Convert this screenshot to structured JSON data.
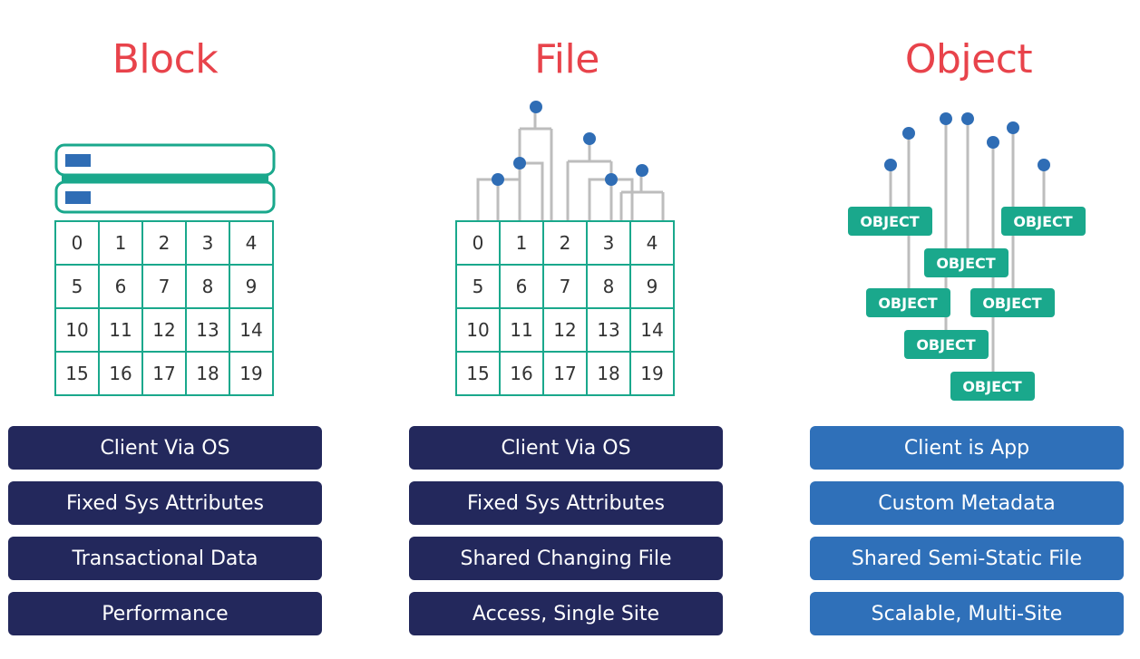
{
  "colors": {
    "title": "#e8434b",
    "teal": "#1aa88c",
    "navy": "#23285c",
    "blue": "#2f70b9",
    "connector": "#bdbdbd",
    "node": "#2f6db5"
  },
  "columns": [
    {
      "title": "Block",
      "rows": [
        [
          "0",
          "1",
          "2",
          "3",
          "4"
        ],
        [
          "5",
          "6",
          "7",
          "8",
          "9"
        ],
        [
          "10",
          "11",
          "12",
          "13",
          "14"
        ],
        [
          "15",
          "16",
          "17",
          "18",
          "19"
        ]
      ],
      "attributes": [
        "Client Via OS",
        "Fixed Sys Attributes",
        "Transactional Data",
        "Performance"
      ]
    },
    {
      "title": "File",
      "rows": [
        [
          "0",
          "1",
          "2",
          "3",
          "4"
        ],
        [
          "5",
          "6",
          "7",
          "8",
          "9"
        ],
        [
          "10",
          "11",
          "12",
          "13",
          "14"
        ],
        [
          "15",
          "16",
          "17",
          "18",
          "19"
        ]
      ],
      "attributes": [
        "Client Via OS",
        "Fixed Sys Attributes",
        "Shared Changing File",
        "Access, Single Site"
      ]
    },
    {
      "title": "Object",
      "objects": [
        "OBJECT",
        "OBJECT",
        "OBJECT",
        "OBJECT",
        "OBJECT",
        "OBJECT",
        "OBJECT"
      ],
      "attributes": [
        "Client is App",
        "Custom Metadata",
        "Shared Semi-Static File",
        "Scalable, Multi-Site"
      ]
    }
  ]
}
